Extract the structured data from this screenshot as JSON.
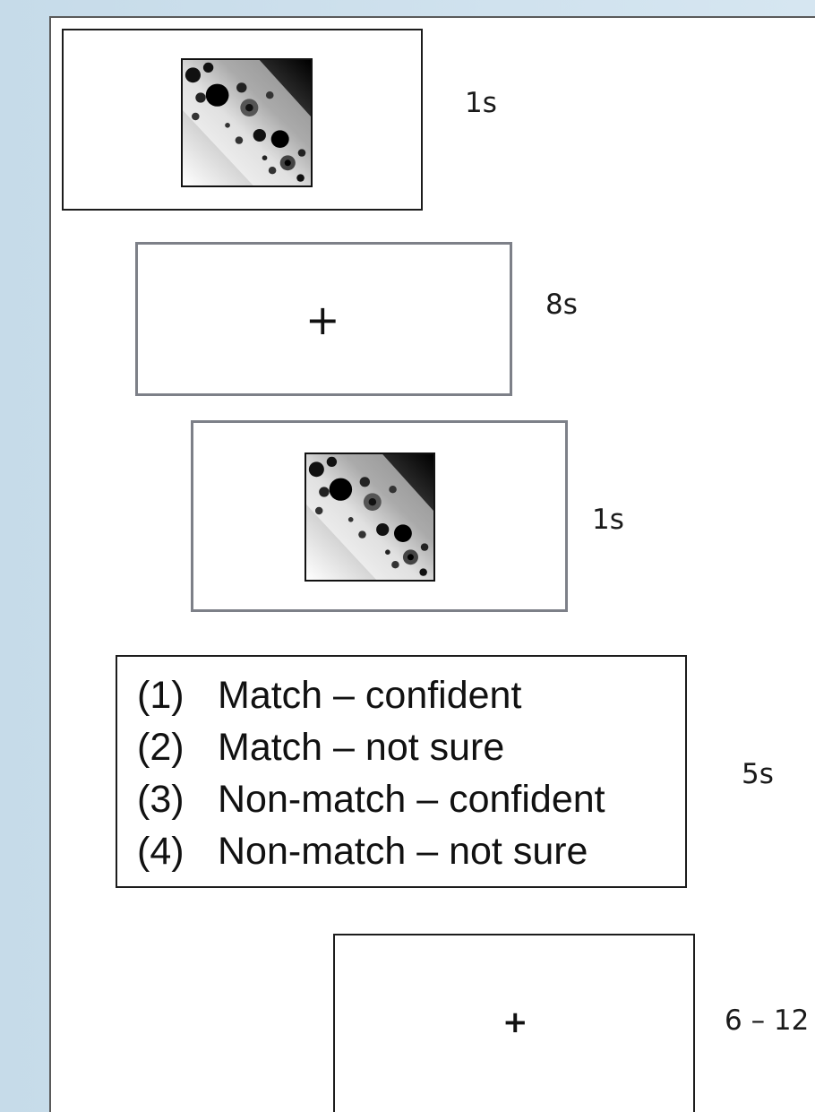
{
  "steps": [
    {
      "kind": "image",
      "stimulus": "fractal-image",
      "duration": "1s"
    },
    {
      "kind": "fixation",
      "symbol": "+",
      "duration": "8s"
    },
    {
      "kind": "image",
      "stimulus": "fractal-image",
      "duration": "1s"
    },
    {
      "kind": "response",
      "options": [
        {
          "num": "(1)",
          "text": "Match – confident"
        },
        {
          "num": "(2)",
          "text": "Match – not sure"
        },
        {
          "num": "(3)",
          "text": "Non-match – confident"
        },
        {
          "num": "(4)",
          "text": "Non-match – not sure"
        }
      ],
      "duration": "5s"
    },
    {
      "kind": "fixation",
      "symbol": "+",
      "duration": "6 – 12"
    }
  ],
  "colors": {
    "background": "#d0e2ee",
    "panel_border_dark": "#1c1c1c",
    "panel_border_grey": "#7d8088"
  }
}
